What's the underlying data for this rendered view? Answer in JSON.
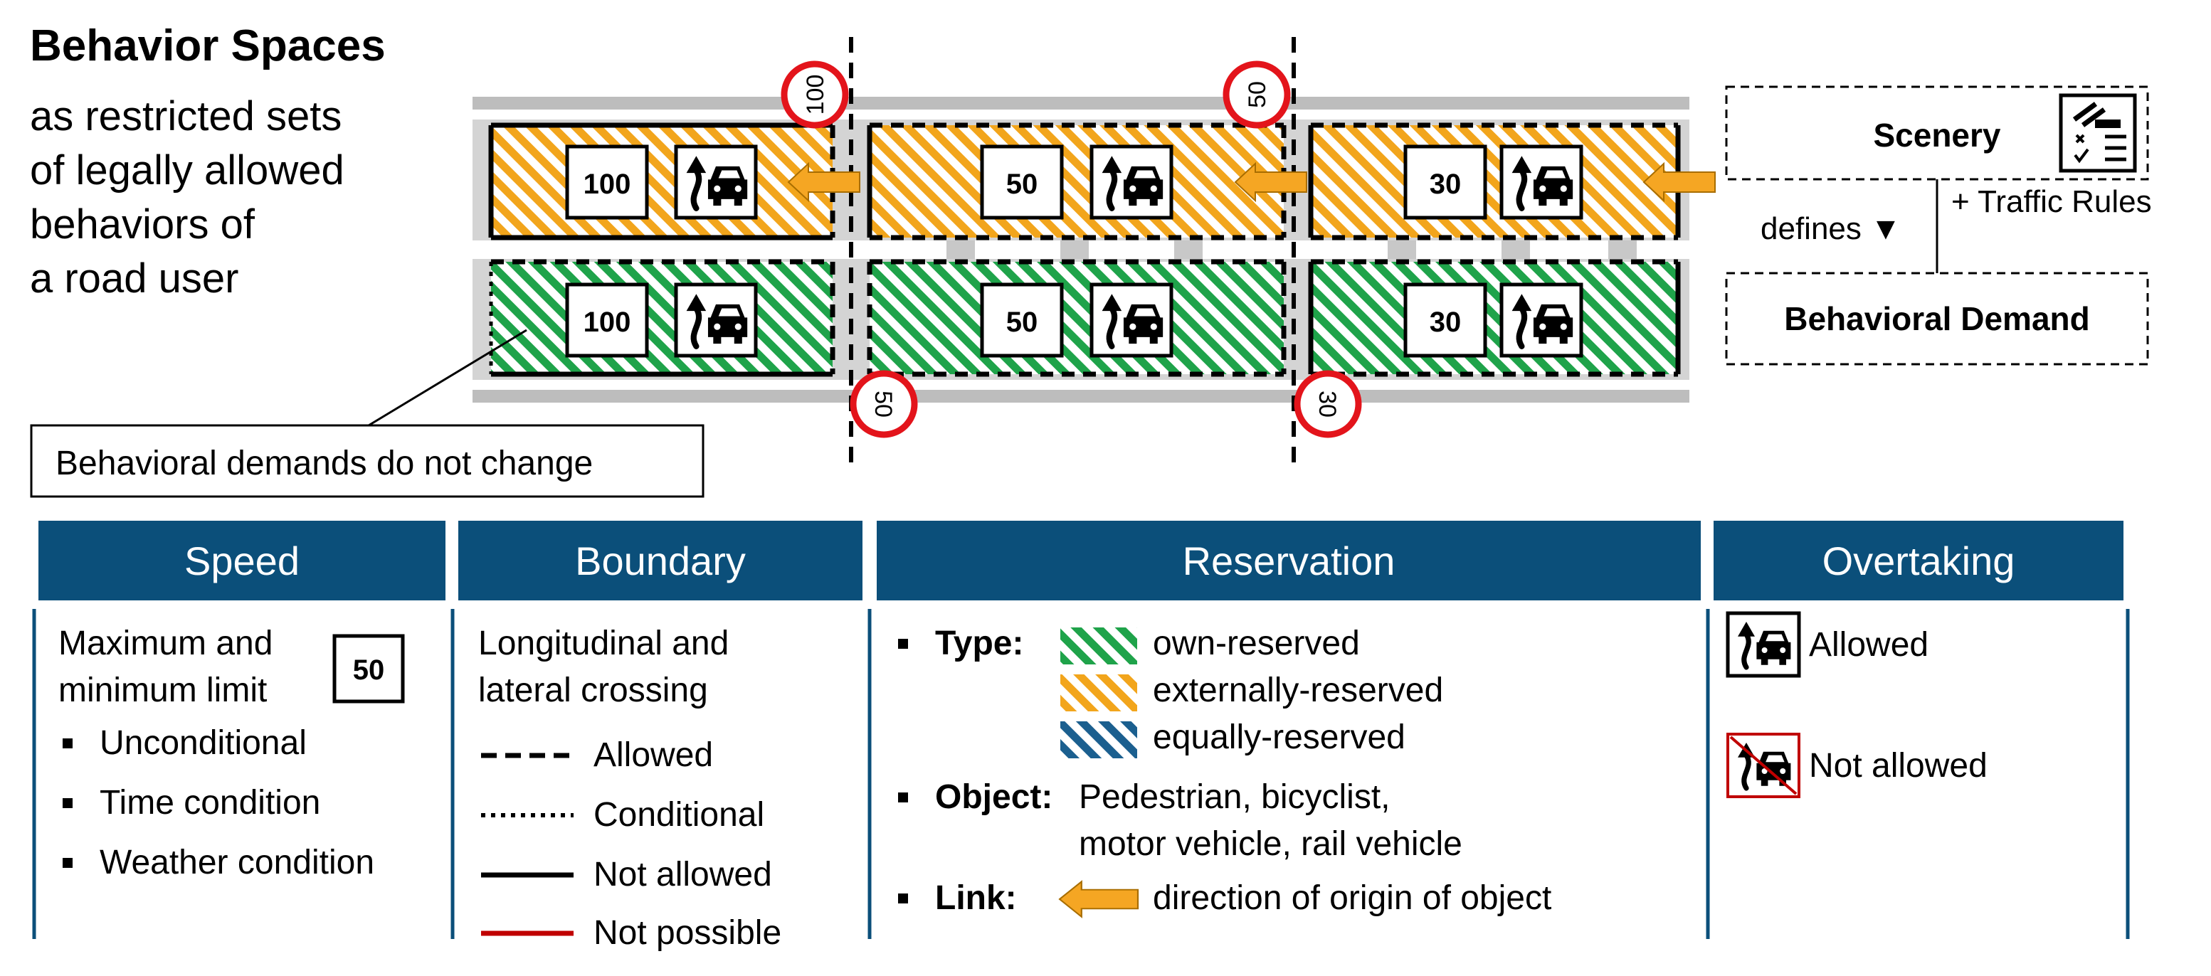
{
  "title": "Behavior Spaces",
  "subtitle_lines": [
    "as restricted sets",
    "of legally allowed",
    "behaviors of",
    "a road user"
  ],
  "callout": "Behavioral demands do not change",
  "road": {
    "segments": [
      {
        "speed_top": "100",
        "speed_bottom": "100"
      },
      {
        "speed_top": "50",
        "speed_bottom": "50"
      },
      {
        "speed_top": "30",
        "speed_bottom": "30"
      }
    ],
    "signs_top": [
      "100",
      "50"
    ],
    "signs_bottom": [
      "50",
      "30"
    ]
  },
  "scenery_box": {
    "scenery": "Scenery",
    "traffic_rules": "+ Traffic Rules",
    "defines": "defines ▼",
    "behavioral_demand": "Behavioral Demand"
  },
  "legend": {
    "speed": {
      "header": "Speed",
      "line1": "Maximum and",
      "line2": "minimum limit",
      "sign": "50",
      "items": [
        "Unconditional",
        "Time condition",
        "Weather condition"
      ]
    },
    "boundary": {
      "header": "Boundary",
      "line1": "Longitudinal and",
      "line2": "lateral crossing",
      "items": [
        "Allowed",
        "Conditional",
        "Not allowed",
        "Not possible"
      ]
    },
    "reservation": {
      "header": "Reservation",
      "type_label": "Type:",
      "types": [
        "own-reserved",
        "externally-reserved",
        "equally-reserved"
      ],
      "object_label": "Object:",
      "object_line1": "Pedestrian, bicyclist,",
      "object_line2": "motor vehicle, rail vehicle",
      "link_label": "Link:",
      "link_text": "direction of origin of object"
    },
    "overtaking": {
      "header": "Overtaking",
      "allowed": "Allowed",
      "not_allowed": "Not allowed"
    }
  },
  "colors": {
    "header_blue": "#0b4f7a",
    "own_green": "#1fa34a",
    "external_orange": "#f2a51c",
    "equal_blue": "#1b5f8f",
    "arrow_orange": "#f5a623",
    "sign_red": "#e3141b",
    "not_possible_red": "#c00000",
    "road_gray": "#c8c8c8"
  }
}
